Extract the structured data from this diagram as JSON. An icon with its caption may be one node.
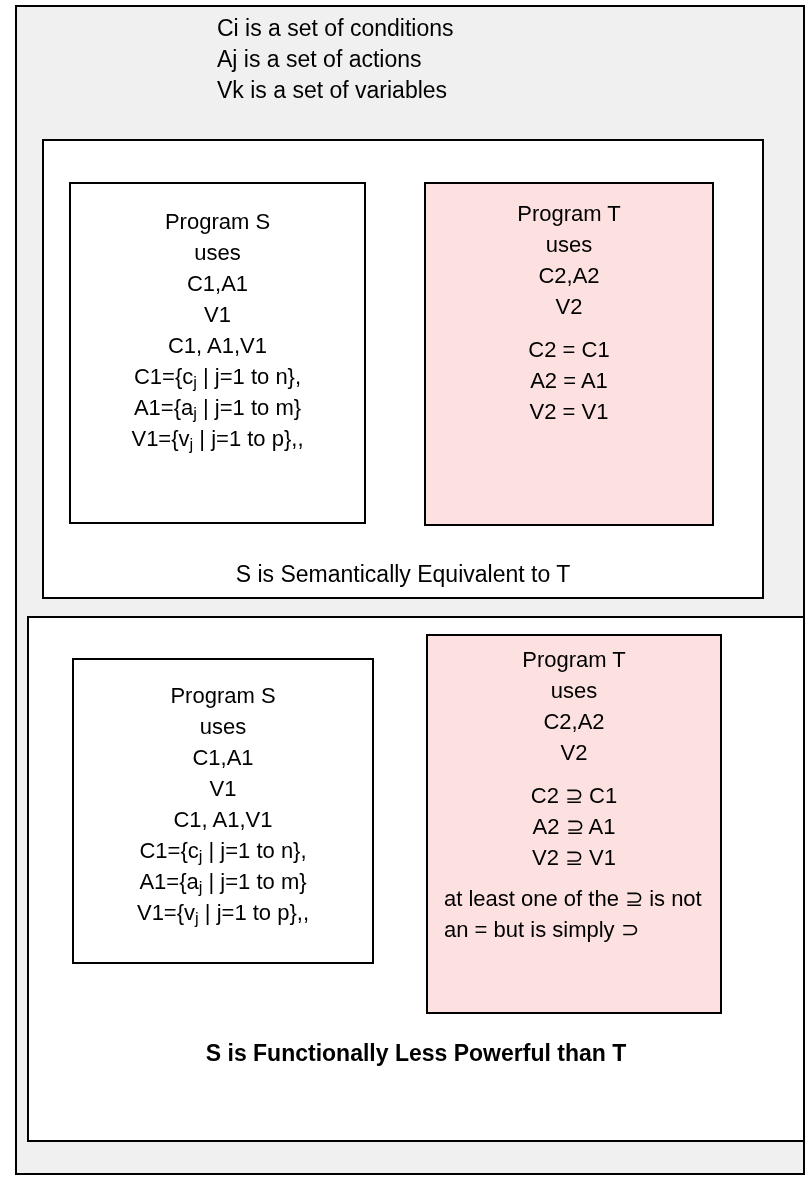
{
  "diagram": {
    "nodes": [
      {
        "text": [
          "Ci is a  set of conditions",
          "Aj is a set of actions",
          "Vk is a set of variables"
        ]
      },
      {
        "text": [
          "S is Semantically Equivalent to T"
        ],
        "in": 0
      },
      {
        "text": [
          "Program S",
          "uses",
          "C1,A1",
          "V1",
          "C1, A1,V1",
          "C1={c$_{j}$ | j=1 to n},",
          "A1={a$_{j}$ | j=1 to m}",
          "V1={v$_{j}$ | j=1 to p},,"
        ],
        "in": 1
      },
      {
        "text": [
          "Program  T",
          "uses",
          "C2,A2",
          "V2",
          "C2 = C1",
          "A2 = A1",
          "V2 = V1"
        ],
        "in": 1
      },
      {
        "text": [
          "S is Functionally Less Powerful than T"
        ],
        "in": 0
      },
      {
        "text": [
          "Program S",
          "uses",
          "C1,A1",
          "V1",
          "C1, A1,V1",
          "C1={c$_{j}$ | j=1 to n},",
          "A1={a$_{j}$ | j=1 to m}",
          "V1={v$_{j}$ | j=1 to p},,"
        ],
        "in": 4
      },
      {
        "text": [
          "Program  T",
          "uses",
          "C2,A2",
          "V2",
          "C2 ⊇ C1",
          "A2 ⊇ A1",
          "V2 ⊇ V1",
          "at least one of the ⊇ is  not an = but is simply ⊃"
        ],
        "in": 4
      }
    ]
  }
}
